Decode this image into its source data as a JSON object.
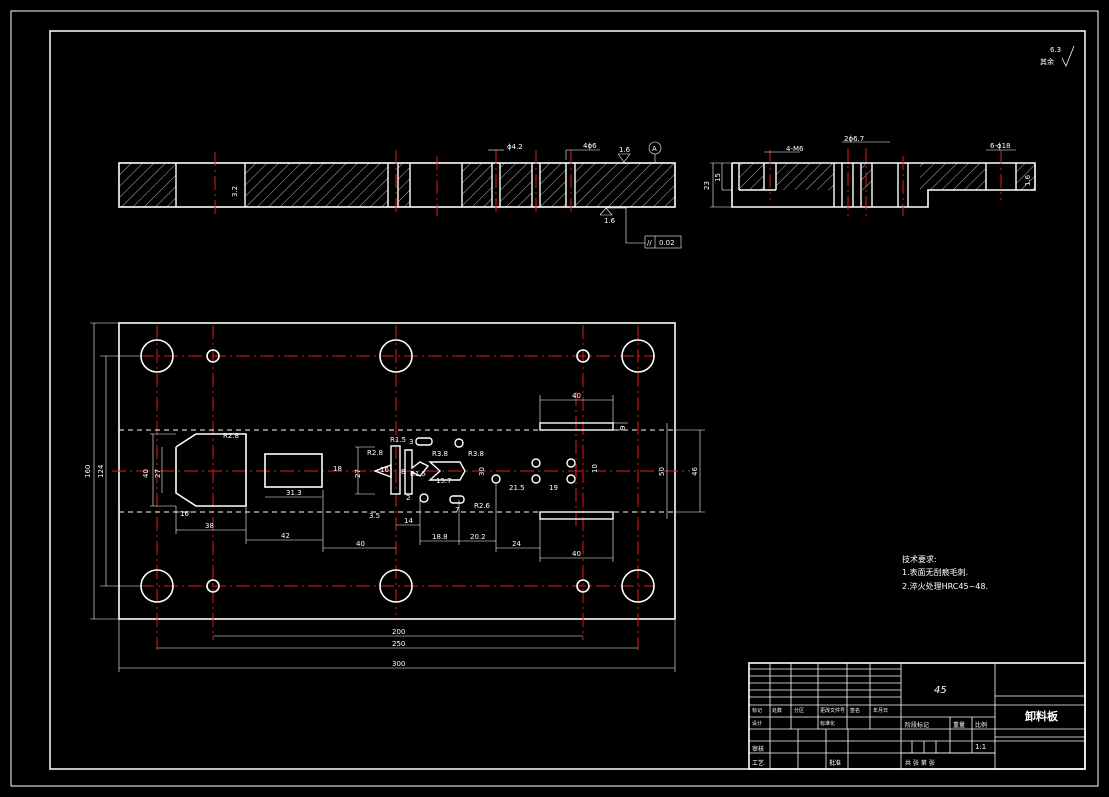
{
  "roughness_global": {
    "value": "6.3",
    "suffix": "其余"
  },
  "section": {
    "dims": [
      "ϕ4.2",
      "4ϕ6",
      "1.6",
      "A",
      "3.2",
      "1.6"
    ],
    "tolerance": "0.02",
    "tol_symbol": "//"
  },
  "side": {
    "dims": [
      "4-M6",
      "2ϕ6.7",
      "6-ϕ18",
      "23",
      "15",
      "1.6"
    ]
  },
  "plan": {
    "dims_top": [
      "40",
      "40"
    ],
    "dims_bottom_chain": [
      "38",
      "42",
      "40",
      "14",
      "18.8",
      "20.2",
      "24"
    ],
    "dims_small": [
      "16",
      "31.3",
      "3.5",
      "15.7",
      "21.5",
      "19",
      "7",
      "2",
      "3",
      "R2.8",
      "R2.8",
      "R3.8",
      "R1.5",
      "R3.8",
      "R1.5",
      "R2.6",
      "18",
      "27",
      "40",
      "27",
      "30",
      "10",
      "50",
      "46",
      "9",
      "8",
      "16"
    ],
    "dims_overall": [
      "200",
      "250",
      "300",
      "160",
      "124"
    ]
  },
  "tech_notes": {
    "title": "技术要求:",
    "items": [
      "1.表面无刮痕毛刺.",
      "2.淬火处理HRC45~48."
    ]
  },
  "title_block": {
    "material": "45",
    "part_name": "卸料板",
    "scale": "1:1",
    "labels_row1": [
      "标记",
      "处数",
      "分区",
      "更改文件号",
      "签名",
      "年月日"
    ],
    "labels_row2": [
      "设计",
      "",
      "标准化",
      "",
      "",
      ""
    ],
    "labels_right": [
      "阶段标记",
      "重量",
      "比例"
    ],
    "labels_lower": [
      "审核",
      "工艺",
      "批准"
    ],
    "sheet": "共 张 第 张"
  }
}
